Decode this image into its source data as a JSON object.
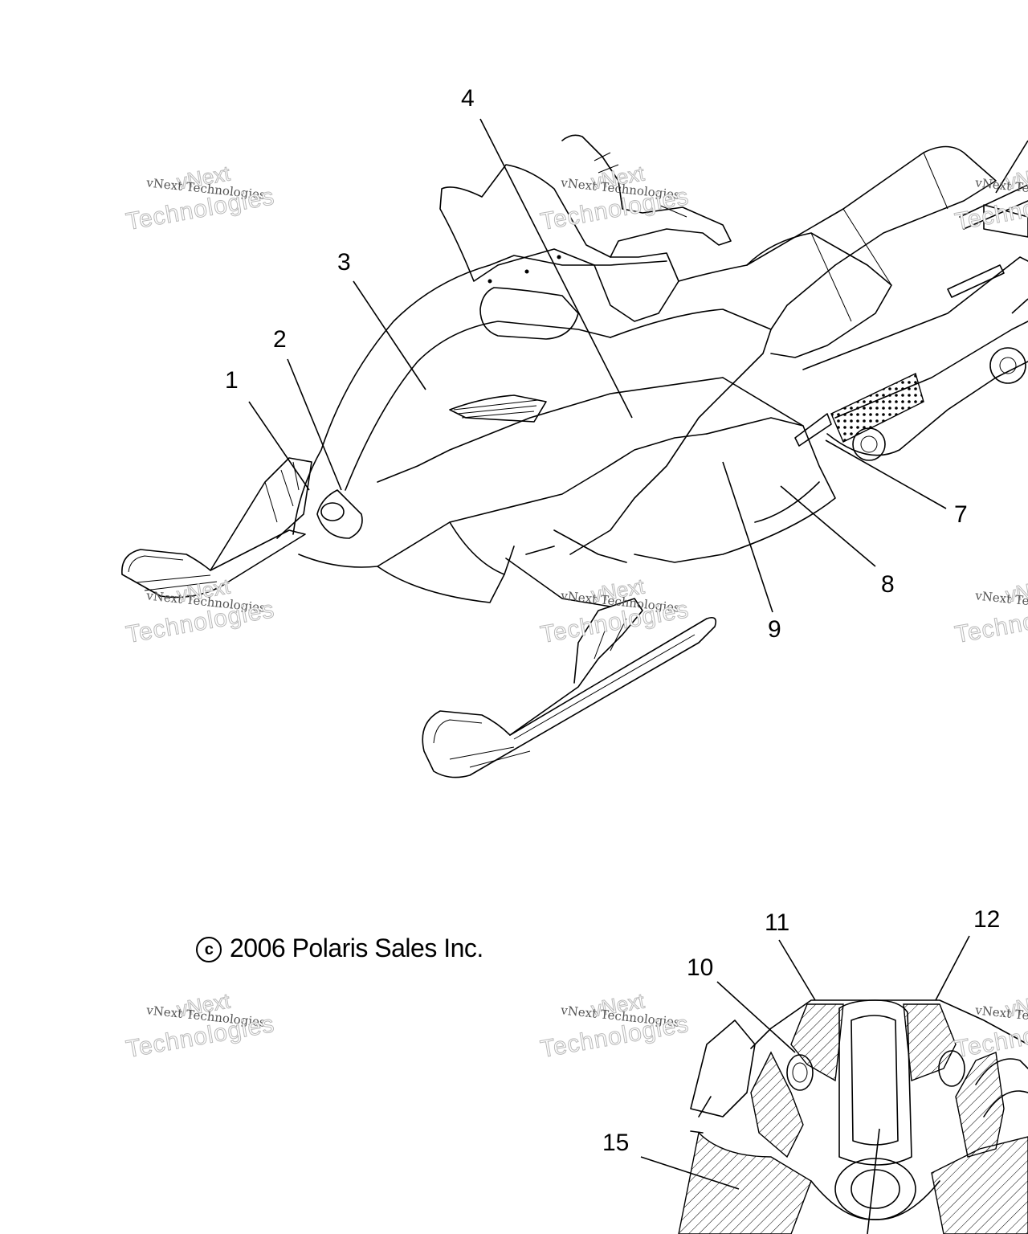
{
  "copyright": {
    "symbol": "c",
    "text": "2006 Polaris Sales Inc."
  },
  "watermark": {
    "line1": "vNext",
    "line2": "vNext Technologies",
    "line3": "Technologies"
  },
  "callouts": [
    "1",
    "2",
    "3",
    "4",
    "7",
    "8",
    "9",
    "10",
    "11",
    "12",
    "15"
  ]
}
